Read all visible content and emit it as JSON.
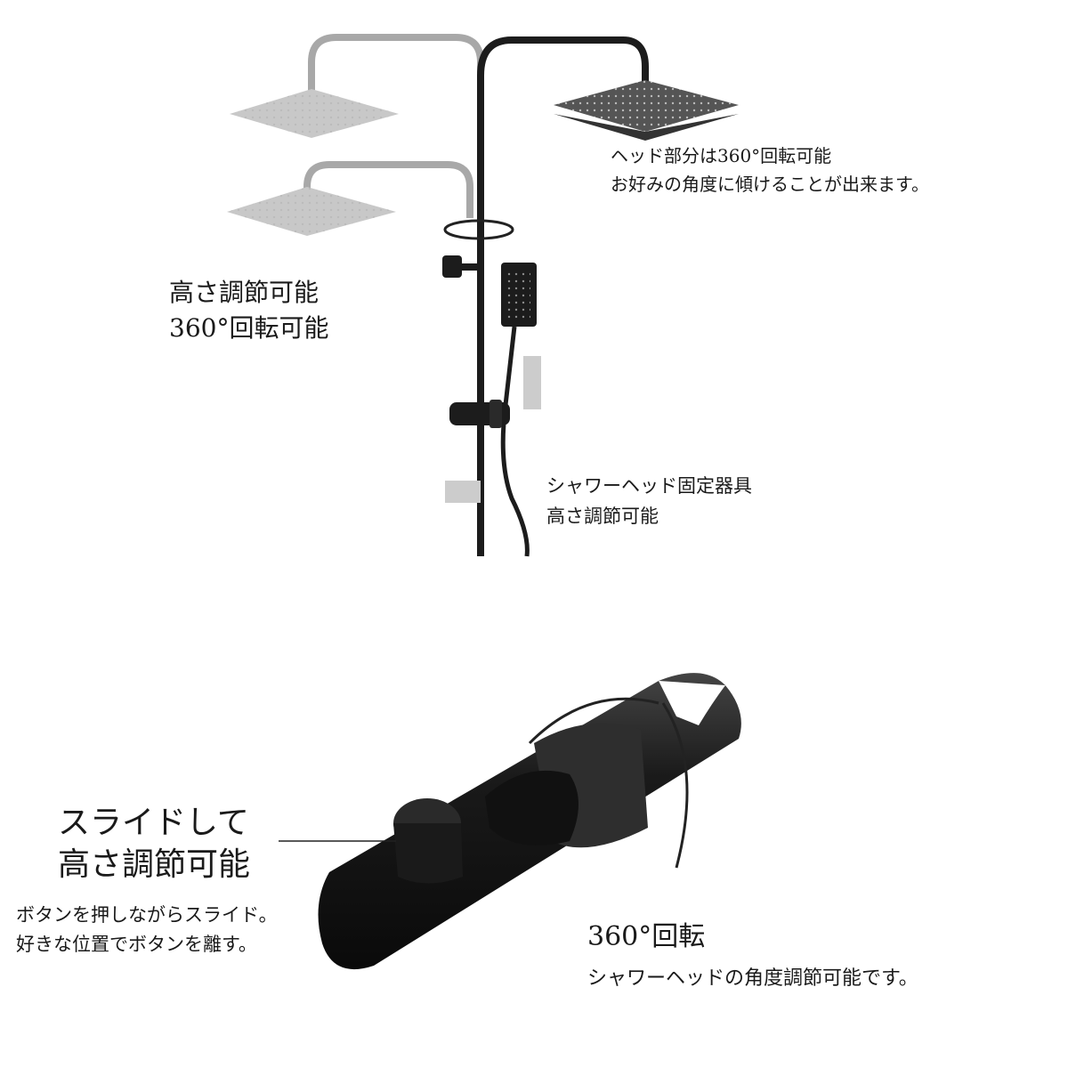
{
  "top_section": {
    "head_note": {
      "line1": "ヘッド部分は360°回転可能",
      "line2": "お好みの角度に傾けることが出来ます。"
    },
    "pole_note": {
      "line1": "高さ調節可能",
      "line2": "360°回転可能"
    },
    "holder_note": {
      "line1": "シャワーヘッド固定器具",
      "line2": "高さ調節可能"
    }
  },
  "bottom_section": {
    "slide_title": {
      "line1": "スライドして",
      "line2": "高さ調節可能"
    },
    "slide_desc": {
      "line1": "ボタンを押しながらスライド。",
      "line2": "好きな位置でボタンを離す。"
    },
    "rotate_title": "360°回転",
    "rotate_desc": "シャワーヘッドの角度調節可能です。"
  },
  "colors": {
    "product": "#1c1c1c",
    "ghost": "#a8a8a8",
    "head_steel": "#8a8a8a"
  }
}
